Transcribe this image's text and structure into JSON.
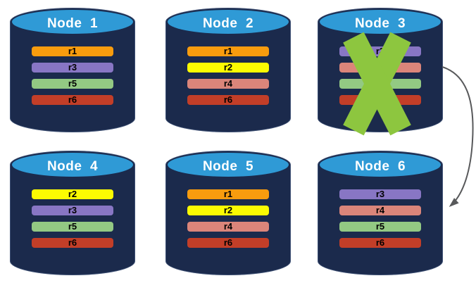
{
  "palette": {
    "background": "#FFFFFF",
    "cylinder_body": "#1B2A4C",
    "cylinder_top": "#2F9AD6",
    "node_title_color": "#FFFFFF",
    "replica_label_color": "#000000",
    "failure_x_color": "#8DC63F",
    "arrow_color": "#58595B"
  },
  "replica_palette": {
    "r1": "#F89C0E",
    "r2": "#FBFB02",
    "r3": "#8876C4",
    "r4": "#DB857A",
    "r5": "#93C983",
    "r6": "#C23E28"
  },
  "nodes": [
    {
      "id": "node-1",
      "title": "Node  1",
      "failed": false,
      "replicas": [
        {
          "label": "r1",
          "color": "#F89C0E"
        },
        {
          "label": "r3",
          "color": "#8876C4"
        },
        {
          "label": "r5",
          "color": "#93C983"
        },
        {
          "label": "r6",
          "color": "#C23E28"
        }
      ]
    },
    {
      "id": "node-2",
      "title": "Node  2",
      "failed": false,
      "replicas": [
        {
          "label": "r1",
          "color": "#F89C0E"
        },
        {
          "label": "r2",
          "color": "#FBFB02"
        },
        {
          "label": "r4",
          "color": "#DB857A"
        },
        {
          "label": "r6",
          "color": "#C23E28"
        }
      ]
    },
    {
      "id": "node-3",
      "title": "Node  3",
      "failed": true,
      "replicas": [
        {
          "label": "r3",
          "color": "#8876C4"
        },
        {
          "label": "r4",
          "color": "#DB857A"
        },
        {
          "label": "r5",
          "color": "#93C983"
        },
        {
          "label": "r6",
          "color": "#C23E28"
        }
      ]
    },
    {
      "id": "node-4",
      "title": "Node  4",
      "failed": false,
      "replicas": [
        {
          "label": "r2",
          "color": "#FBFB02"
        },
        {
          "label": "r3",
          "color": "#8876C4"
        },
        {
          "label": "r5",
          "color": "#93C983"
        },
        {
          "label": "r6",
          "color": "#C23E28"
        }
      ]
    },
    {
      "id": "node-5",
      "title": "Node  5",
      "failed": false,
      "replicas": [
        {
          "label": "r1",
          "color": "#F89C0E"
        },
        {
          "label": "r2",
          "color": "#FBFB02"
        },
        {
          "label": "r4",
          "color": "#DB857A"
        },
        {
          "label": "r6",
          "color": "#C23E28"
        }
      ]
    },
    {
      "id": "node-6",
      "title": "Node  6",
      "failed": false,
      "replicas": [
        {
          "label": "r3",
          "color": "#8876C4"
        },
        {
          "label": "r4",
          "color": "#DB857A"
        },
        {
          "label": "r5",
          "color": "#93C983"
        },
        {
          "label": "r6",
          "color": "#C23E28"
        }
      ]
    }
  ],
  "icons": {
    "failure_x": "x-mark-icon",
    "transfer_arrow": "curved-arrow-icon"
  }
}
